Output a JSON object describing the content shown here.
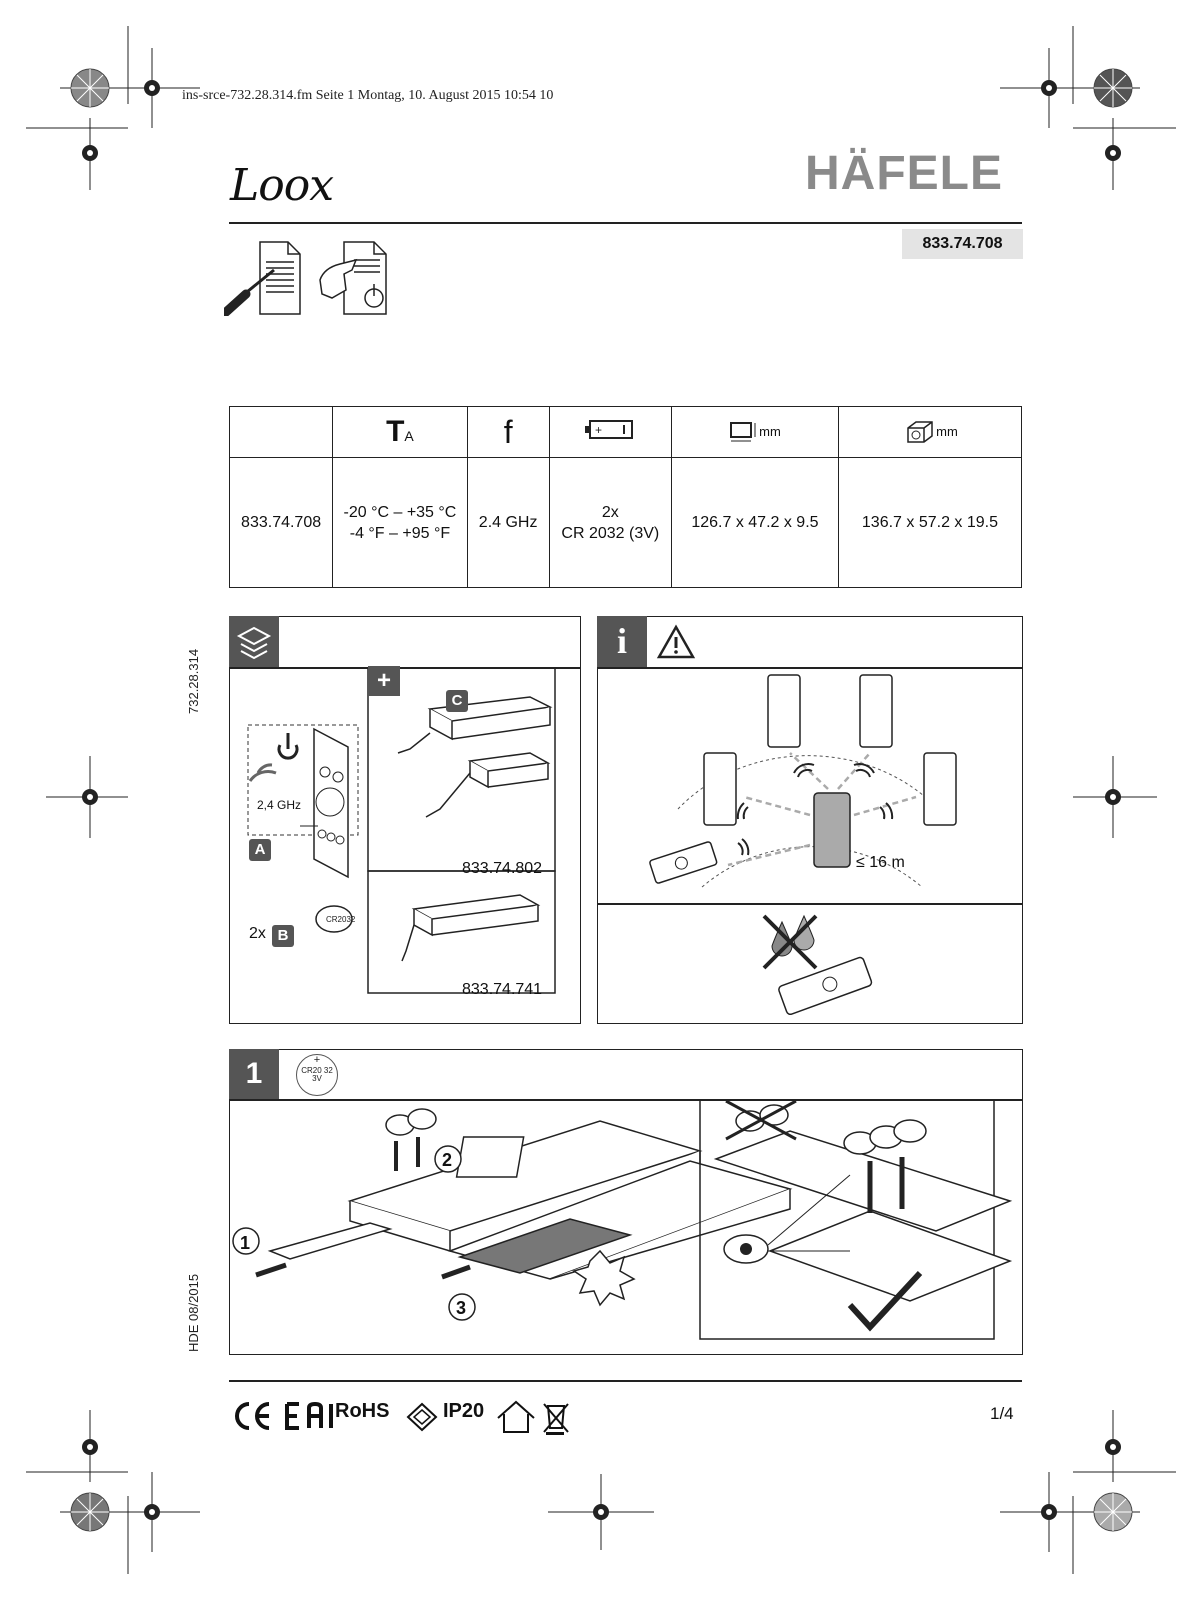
{
  "print_header": "ins-srce-732.28.314.fm  Seite 1  Montag, 10. August 2015  10:54 10",
  "side_codes": {
    "doc_number": "732.28.314",
    "edition": "HDE 08/2015"
  },
  "brand": {
    "logo": "Loox",
    "maker": "HÄFELE"
  },
  "article_number": "833.74.708",
  "spec_table": {
    "headers": {
      "ta_main": "T",
      "ta_sub": "A",
      "freq": "f",
      "dim_unit": "mm",
      "pack_unit": "mm"
    },
    "row": {
      "article": "833.74.708",
      "temp_c": "-20 °C – +35 °C",
      "temp_f": "-4 °F – +95 °F",
      "freq": "2.4 GHz",
      "battery_qty": "2x",
      "battery_type": "CR 2032 (3V)",
      "dimensions": "126.7 x 47.2 x 9.5",
      "package": "136.7 x 57.2 x 19.5"
    }
  },
  "contents_panel": {
    "freq_label": "2,4 GHz",
    "tag_a": "A",
    "qty_b": "2x",
    "tag_b": "B",
    "coin_text": "CR2032",
    "plus": "+",
    "tag_c": "C",
    "receiver_1": "833.74.802",
    "receiver_2": "833.74.741"
  },
  "info_panel": {
    "info_letter": "i",
    "range": "≤ 16 m"
  },
  "step1": {
    "number": "1",
    "battery_icon": {
      "plus": "+",
      "type": "CR20 32",
      "volt": "3V"
    },
    "callouts": [
      "1",
      "2",
      "3"
    ]
  },
  "footer": {
    "rohs": "RoHS",
    "ip": "IP20",
    "page": "1/4"
  },
  "colors": {
    "hafele_gray": "#8a8a8a",
    "tag_gray": "#555555",
    "part_bg": "#e4e4e4"
  }
}
